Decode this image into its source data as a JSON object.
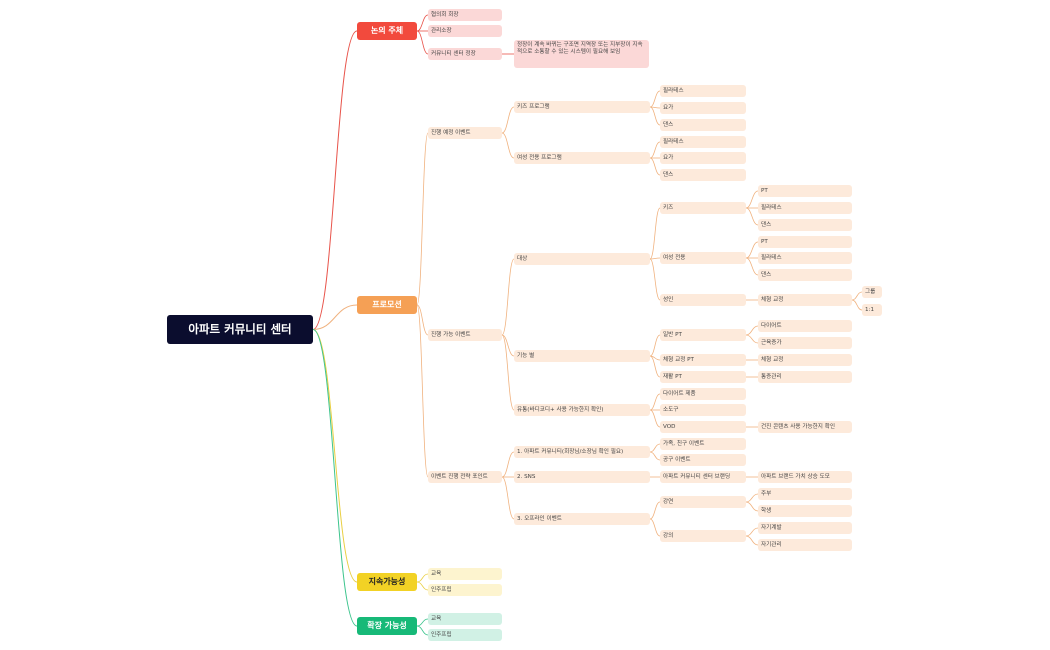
{
  "colors": {
    "root_bg": "#0b0d2e",
    "red": "#f24a3d",
    "red_light": "#fbd8d7",
    "red_line": "#e8534a",
    "orange": "#f5a055",
    "orange_light": "#fdeadb",
    "orange_line": "#f0b27f",
    "yellow": "#f2d225",
    "yellow_light": "#fdf4cf",
    "yellow_line": "#e9cf43",
    "green": "#17b978",
    "green_light": "#d1f1e5",
    "green_line": "#3cc48d"
  },
  "root": {
    "label": "아파트 커뮤니티 센터"
  },
  "branches": [
    {
      "label": "논의 주체",
      "color": "red",
      "children": [
        {
          "label": "협의회 회장"
        },
        {
          "label": "관리소장"
        },
        {
          "label": "커뮤니티 센터 정장",
          "children": [
            {
              "label": "정장이 계속 바뀌는 구조면 지역장 또는 지부장이 지속적으로 소통할 수 있는 시스템이 필요해 보임"
            }
          ]
        }
      ]
    },
    {
      "label": "프로모션",
      "color": "orange",
      "children": [
        {
          "label": "진행 예정 이벤트",
          "children": [
            {
              "label": "키즈 프로그램",
              "children": [
                {
                  "label": "필라테스"
                },
                {
                  "label": "요가"
                },
                {
                  "label": "댄스"
                }
              ]
            },
            {
              "label": "여성 전용 프로그램",
              "children": [
                {
                  "label": "필라테스"
                },
                {
                  "label": "요가"
                },
                {
                  "label": "댄스"
                }
              ]
            }
          ]
        },
        {
          "label": "진행 가능 이벤트",
          "children": [
            {
              "label": "대상",
              "children": [
                {
                  "label": "키즈",
                  "children": [
                    {
                      "label": "PT"
                    },
                    {
                      "label": "필라테스"
                    },
                    {
                      "label": "댄스"
                    }
                  ]
                },
                {
                  "label": "여성 전용",
                  "children": [
                    {
                      "label": "PT"
                    },
                    {
                      "label": "필라테스"
                    },
                    {
                      "label": "댄스"
                    }
                  ]
                },
                {
                  "label": "성인",
                  "children": [
                    {
                      "label": "체형 교정",
                      "children": [
                        {
                          "label": "그룹"
                        },
                        {
                          "label": "1:1"
                        }
                      ]
                    }
                  ]
                }
              ]
            },
            {
              "label": "기능 별",
              "children": [
                {
                  "label": "일반 PT",
                  "children": [
                    {
                      "label": "다이어트"
                    },
                    {
                      "label": "근육증가"
                    }
                  ]
                },
                {
                  "label": "체형 교정 PT",
                  "children": [
                    {
                      "label": "체형 교정"
                    }
                  ]
                },
                {
                  "label": "재활 PT",
                  "children": [
                    {
                      "label": "통증관리"
                    }
                  ]
                }
              ]
            },
            {
              "label": "유통(바디코디+ 사용 가능한지 확인)",
              "children": [
                {
                  "label": "다이어트 제품"
                },
                {
                  "label": "소도구"
                },
                {
                  "label": "VOD",
                  "children": [
                    {
                      "label": "건진 콘텐츠 사용 가능한지 확인"
                    }
                  ]
                }
              ]
            }
          ]
        },
        {
          "label": "이벤트 진행 전략 포인트",
          "children": [
            {
              "label": "1. 아파트 커뮤니티(회장님/소장님 확인 필요)",
              "children": [
                {
                  "label": "가족, 친구 이벤트"
                },
                {
                  "label": "공구 이벤트"
                }
              ]
            },
            {
              "label": "2. SNS",
              "children": [
                {
                  "label": "아파트 커뮤니티 센터 브랜딩",
                  "children": [
                    {
                      "label": "아파트 브랜드 가치 상승 도모"
                    }
                  ]
                }
              ]
            },
            {
              "label": "3. 오프라인 이벤트",
              "children": [
                {
                  "label": "강연",
                  "children": [
                    {
                      "label": "주부"
                    },
                    {
                      "label": "학생"
                    }
                  ]
                },
                {
                  "label": "강의",
                  "children": [
                    {
                      "label": "자기계발"
                    },
                    {
                      "label": "자기관리"
                    }
                  ]
                }
              ]
            }
          ]
        }
      ]
    },
    {
      "label": "지속가능성",
      "color": "yellow",
      "children": [
        {
          "label": "교육"
        },
        {
          "label": "인주프립"
        }
      ]
    },
    {
      "label": "확장 가능성",
      "color": "green",
      "children": [
        {
          "label": "교육"
        },
        {
          "label": "인주프립"
        }
      ]
    }
  ]
}
